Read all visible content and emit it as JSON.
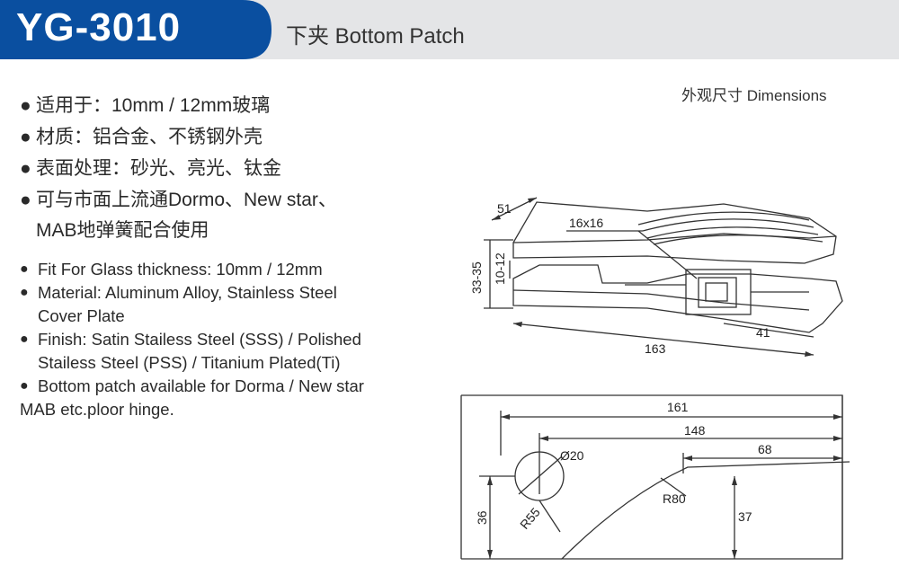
{
  "header": {
    "model_code": "YG-3010",
    "product_title": "下夹 Bottom Patch",
    "tab_color": "#0a4fa0",
    "bar_color": "#e4e5e7"
  },
  "dimensions_label": "外观尺寸 Dimensions",
  "specs_cn": [
    "适用于：10mm / 12mm玻璃",
    "材质：铝合金、不锈钢外壳",
    "表面处理：砂光、亮光、钛金",
    "可与市面上流通Dormo、New star、",
    "MAB地弹簧配合使用"
  ],
  "specs_en": [
    "Fit For Glass thickness: 10mm / 12mm",
    "Material: Aluminum Alloy, Stainless Steel",
    "Cover Plate",
    "Finish: Satin Stailess Steel (SSS) / Polished",
    "Stailess Steel (PSS) / Titanium Plated(Ti)",
    "Bottom patch available for Dorma / New star",
    "MAB etc.ploor hinge."
  ],
  "bullet": "●",
  "drawing_top": {
    "dim_width": "51",
    "dim_square": "16x16",
    "dim_height": "33-35",
    "dim_glass": "10-12",
    "dim_length": "163",
    "dim_end": "41"
  },
  "drawing_bottom": {
    "dim_161": "161",
    "dim_148": "148",
    "dim_68": "68",
    "dim_hole": "Ø20",
    "dim_r80": "R80",
    "dim_r55": "R55",
    "dim_36": "36",
    "dim_37": "37"
  }
}
